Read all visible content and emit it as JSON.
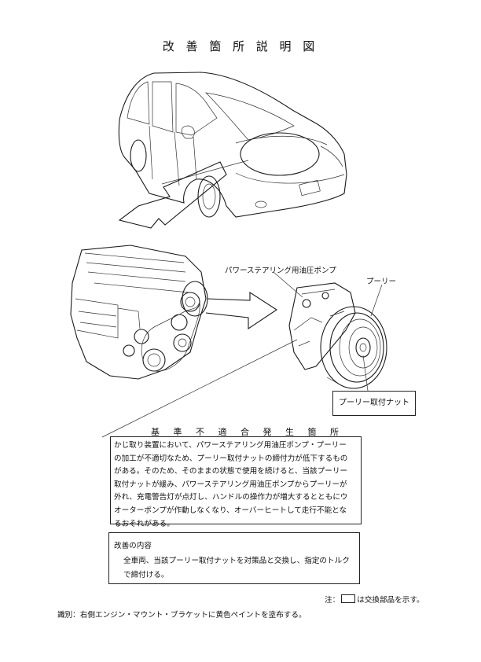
{
  "title": "改 善 箇 所 説 明 図",
  "labels": {
    "power_steering_pump": "パワーステアリング用油圧ポンプ",
    "pulley": "プーリー",
    "pulley_nut": "プーリー取付ナット"
  },
  "defect": {
    "heading": "基 準 不 適 合 発 生 箇 所",
    "lines": [
      "かじ取り装置において、パワーステアリング用油圧ポンプ・プーリー",
      "の加工が不適切なため、プーリー取付ナットの締付力が低下するもの",
      "がある。そのため、そのままの状態で使用を続けると、当該プーリー",
      "取付ナットが緩み、パワーステアリング用油圧ポンプからプーリーが",
      "外れ、充電警告灯が点灯し、ハンドルの操作力が増大するとともにウ",
      "オーターポンプが作動しなくなり、オーバーヒートして走行不能とな",
      "るおそれがある。"
    ]
  },
  "improvement": {
    "heading": "改善の内容",
    "lines": [
      "全車両、当該プーリー取付ナットを対策品と交換し、指定のトルク",
      "で締付ける。"
    ]
  },
  "note": {
    "prefix": "注：",
    "suffix": "は交換部品を示す。"
  },
  "identification": "識別：右側エンジン・マウント・ブラケットに黄色ペイントを塗布する。"
}
